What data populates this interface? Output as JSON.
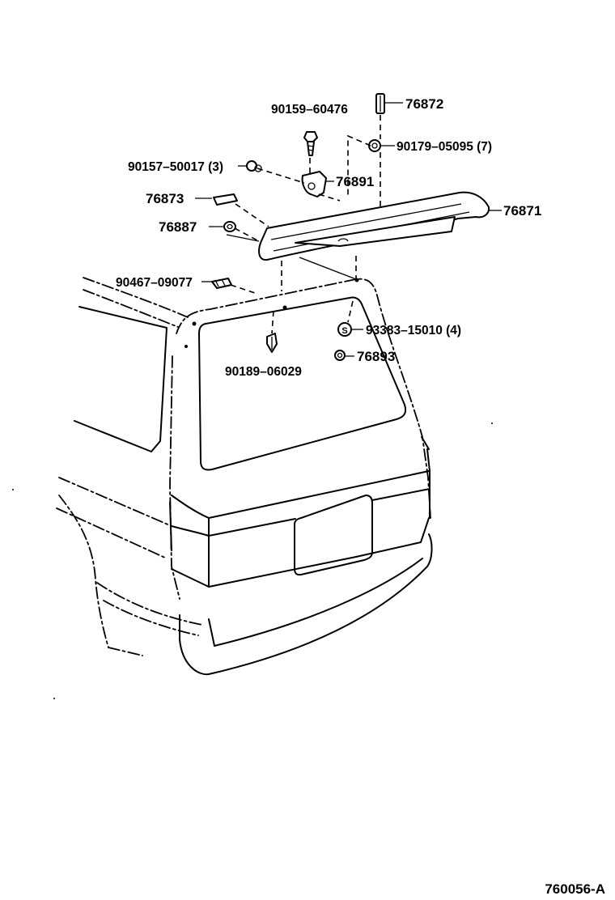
{
  "diagram_id": "760056-A",
  "labels": {
    "p76872": "76872",
    "p90159": "90159–60476",
    "p90179": "90179–05095 (7)",
    "p90157": "90157–50017 (3)",
    "p76891": "76891",
    "p76873": "76873",
    "p76871": "76871",
    "p76887": "76887",
    "p90467": "90467–09077",
    "p93383": "93383–15010 (4)",
    "p76893": "76893",
    "p90189": "90189–06029"
  },
  "symbols": {
    "s_marker": "S"
  }
}
